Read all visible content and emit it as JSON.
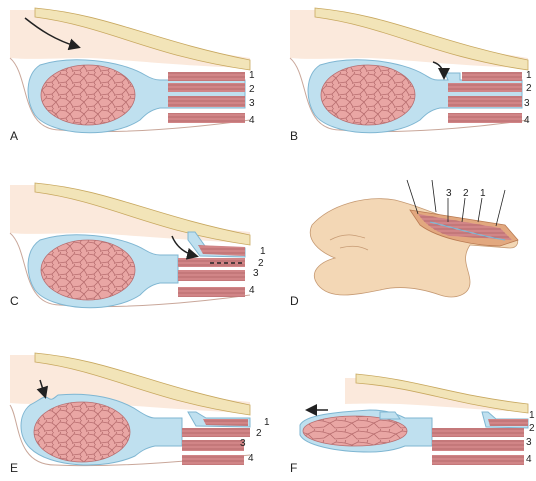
{
  "figure": {
    "panels": [
      {
        "label": "A",
        "layer_numbers": [
          "1",
          "2",
          "3",
          "4"
        ]
      },
      {
        "label": "B",
        "layer_numbers": [
          "1",
          "2",
          "3",
          "4"
        ]
      },
      {
        "label": "C",
        "layer_numbers": [
          "1",
          "2",
          "3",
          "4"
        ]
      },
      {
        "label": "D",
        "layer_numbers": [
          "3",
          "2",
          "1"
        ]
      },
      {
        "label": "E",
        "layer_numbers": [
          "1",
          "2",
          "3",
          "4"
        ]
      },
      {
        "label": "F",
        "layer_numbers": [
          "1",
          "2",
          "3",
          "4"
        ]
      }
    ],
    "colors": {
      "skin_line": "#c9a79a",
      "fat_fill": "#f6dcc9",
      "fascia_fill": "#f2e4b8",
      "fascia_edge": "#c8a860",
      "capsule": "#bfe0ef",
      "capsule_edge": "#7fb6d2",
      "gland": "#e9a6a4",
      "gland_cells": "#b76d6f",
      "muscle": "#d98f90",
      "muscle_stripe": "#9e4b52",
      "arrow": "#222222",
      "hand": "#f3d7b5",
      "hand_edge": "#c69a73"
    }
  }
}
